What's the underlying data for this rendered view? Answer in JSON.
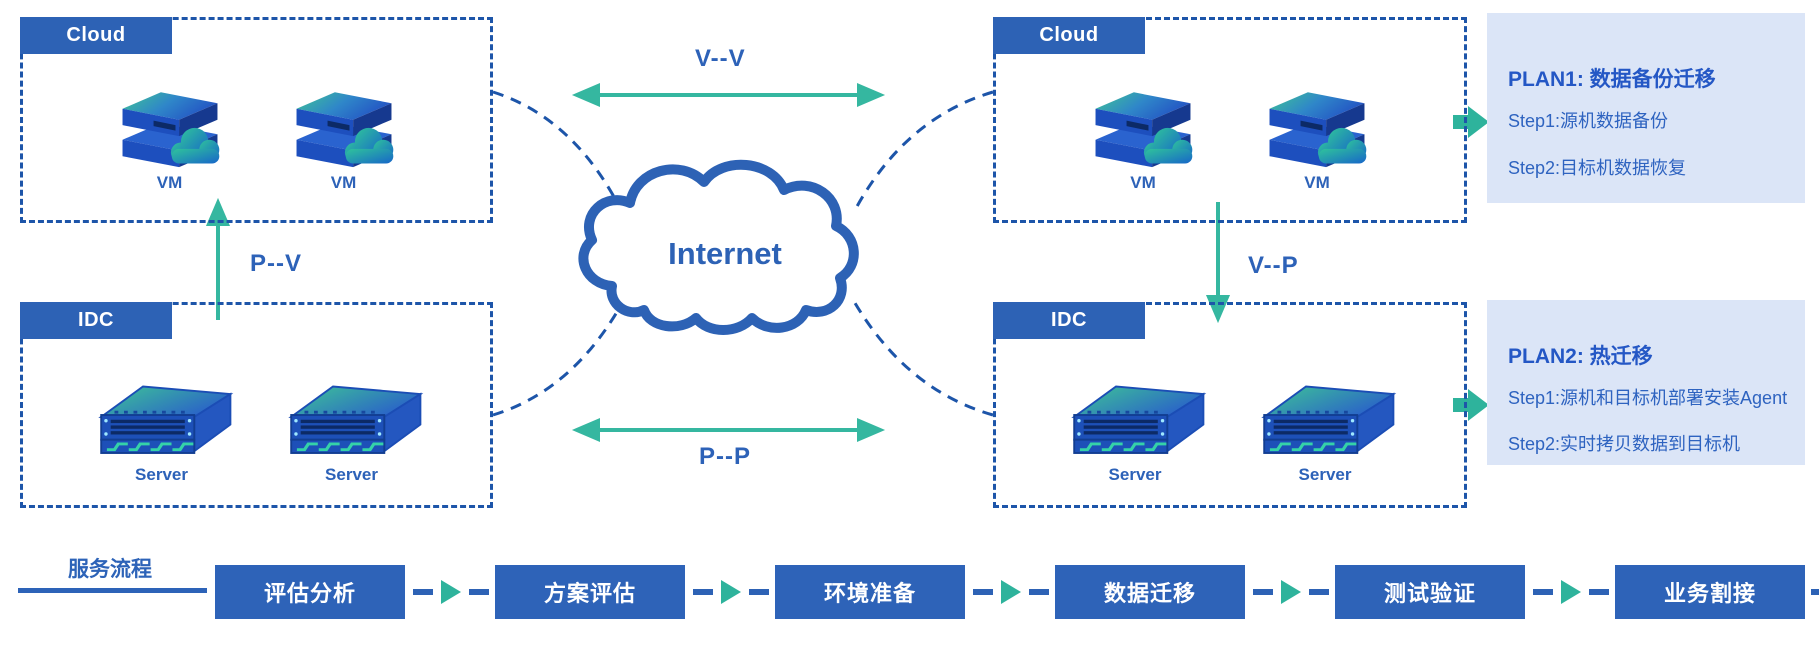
{
  "diagram": {
    "internet_label": "Internet",
    "left_cloud": {
      "tag": "Cloud",
      "items": [
        {
          "label": "VM"
        },
        {
          "label": "VM"
        }
      ]
    },
    "left_idc": {
      "tag": "IDC",
      "items": [
        {
          "label": "Server"
        },
        {
          "label": "Server"
        }
      ]
    },
    "right_cloud": {
      "tag": "Cloud",
      "items": [
        {
          "label": "VM"
        },
        {
          "label": "VM"
        }
      ]
    },
    "right_idc": {
      "tag": "IDC",
      "items": [
        {
          "label": "Server"
        },
        {
          "label": "Server"
        }
      ]
    },
    "arrows": {
      "vv": "V--V",
      "pp": "P--P",
      "pv": "P--V",
      "vp": "V--P"
    }
  },
  "plans": {
    "plan1": {
      "title": "PLAN1: 数据备份迁移",
      "steps": [
        "Step1:源机数据备份",
        "Step2:目标机数据恢复"
      ]
    },
    "plan2": {
      "title": "PLAN2: 热迁移",
      "steps": [
        "Step1:源机和目标机部署安装Agent",
        "Step2:实时拷贝数据到目标机"
      ]
    }
  },
  "flow": {
    "label": "服务流程",
    "steps": [
      "评估分析",
      "方案评估",
      "环境准备",
      "数据迁移",
      "测试验证",
      "业务割接"
    ]
  },
  "colors": {
    "primary_blue": "#2d62b5",
    "dashed_border_blue": "#1d55a9",
    "teal_accent": "#35b7a0",
    "panel_background": "#dbe5f7",
    "label_text_blue": "#2d62b8"
  }
}
